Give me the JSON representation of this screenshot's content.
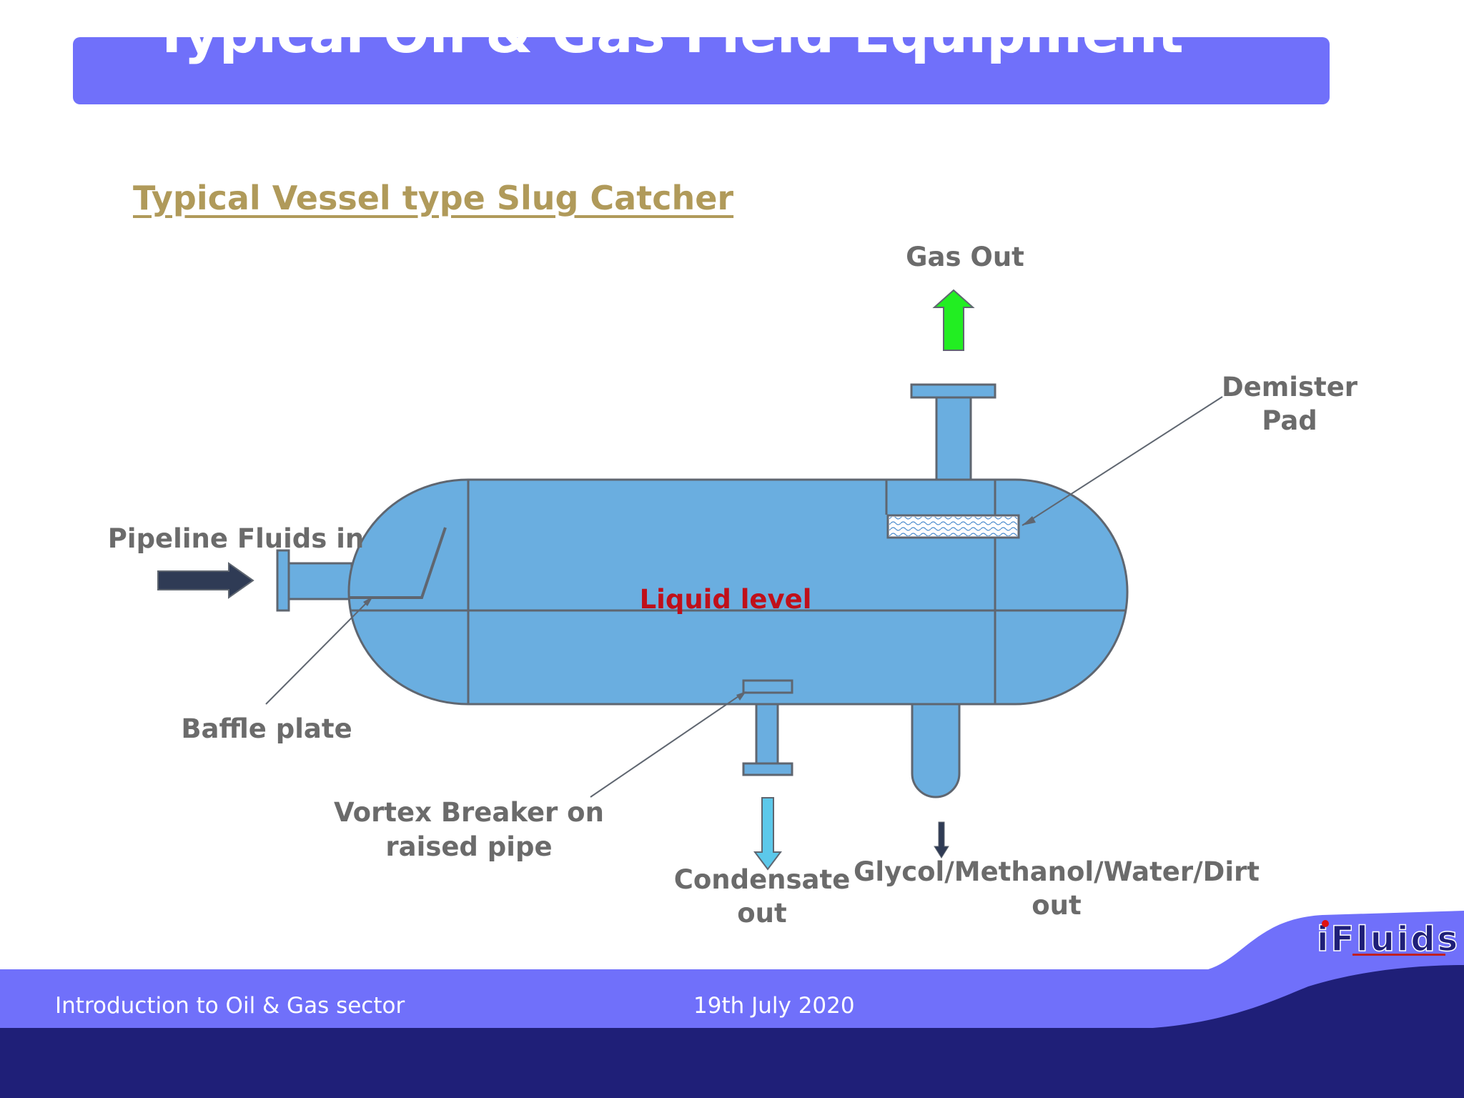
{
  "slide": {
    "title": "Typical Oil & Gas Field Equipment",
    "subtitle": "Typical Vessel type Slug Catcher"
  },
  "diagram": {
    "labels": {
      "gas_out": "Gas Out",
      "demister_line1": "Demister",
      "demister_line2": "Pad",
      "pipeline_fluids_in": "Pipeline Fluids in",
      "liquid_level": "Liquid level",
      "baffle_plate": "Baffle plate",
      "vortex_line1": "Vortex Breaker on",
      "vortex_line2": "raised pipe",
      "condensate_line1": "Condensate",
      "condensate_line2": "out",
      "glycol_line1": "Glycol/Methanol/Water/Dirt",
      "glycol_line2": "out"
    },
    "colors": {
      "vessel_fill": "#6aaee0",
      "vessel_stroke": "#5f6670",
      "gas_arrow": "#22ee22",
      "inlet_arrow": "#2f3b55",
      "condensate_arrow": "#5cc8ea",
      "glycol_arrow": "#2f3b55",
      "label_text": "#6b6b6b",
      "liquid_level_text": "#c0101a"
    }
  },
  "footer": {
    "left_text": "Introduction to Oil & Gas sector",
    "date_text": "19th July 2020",
    "logo_text": "iFluids",
    "colors": {
      "band_light": "#7070fa",
      "band_dark": "#1f1f78"
    }
  }
}
